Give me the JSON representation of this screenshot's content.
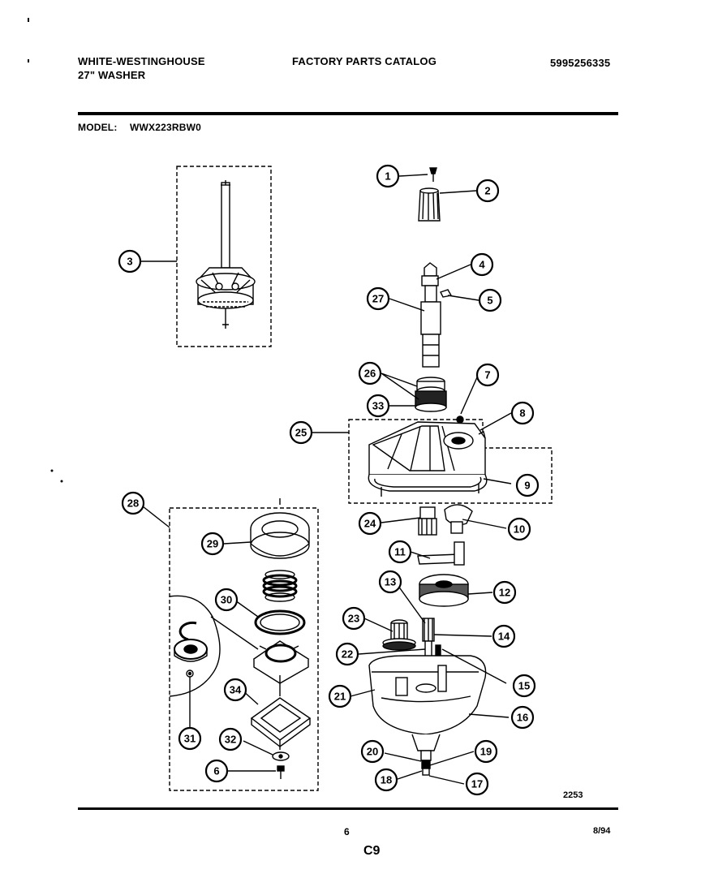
{
  "header": {
    "brand": "WHITE-WESTINGHOUSE",
    "product": "27\" WASHER",
    "catalog_title": "FACTORY PARTS CATALOG",
    "catalog_number": "5995256335",
    "model_label": "MODEL:",
    "model_number": "WWX223RBW0"
  },
  "diagram": {
    "callouts": [
      "1",
      "2",
      "3",
      "4",
      "5",
      "27",
      "26",
      "7",
      "33",
      "8",
      "25",
      "9",
      "28",
      "24",
      "10",
      "29",
      "11",
      "13",
      "12",
      "30",
      "23",
      "14",
      "22",
      "15",
      "34",
      "21",
      "16",
      "31",
      "32",
      "20",
      "19",
      "6",
      "18",
      "17"
    ],
    "figure_number": "2253"
  },
  "footer": {
    "page_number": "6",
    "date_code": "8/94",
    "section_code": "C9"
  }
}
